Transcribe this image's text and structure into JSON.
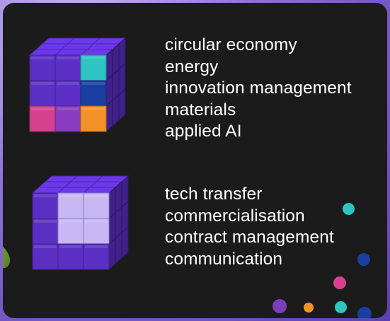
{
  "groups": [
    {
      "topics": [
        "circular economy",
        "energy",
        "innovation management",
        "materials",
        "applied AI"
      ]
    },
    {
      "topics": [
        "tech transfer",
        "commercialisation",
        "contract management",
        "communication"
      ]
    }
  ],
  "colors": {
    "panel": "#1b1b1b",
    "cube_purple": "#5b2fc4",
    "cube_highlight": "#c7b8f5",
    "accent_teal": "#2fc3c1",
    "accent_blue": "#1a3fa0",
    "accent_orange": "#f4922a",
    "accent_pink": "#d6418f",
    "accent_violet": "#8a3cc0"
  },
  "decorations": {
    "dots": [
      "teal-dot",
      "navy-dot",
      "pink-dot",
      "purple-dot",
      "orange-dot",
      "teal-dot",
      "navy-dot"
    ]
  }
}
